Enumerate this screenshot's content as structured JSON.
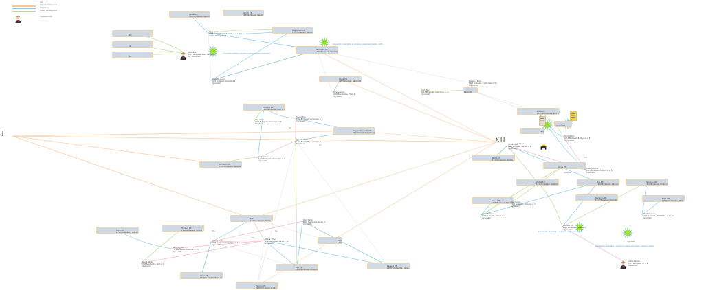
{
  "legend": [
    {
      "label": "Jogi",
      "color": "#d0d0d0"
    },
    {
      "label": "Képviseleti kapcsolat",
      "color": "#f7c99a"
    },
    {
      "label": "Tulajdonos",
      "color": "#7fc6e8"
    },
    {
      "label": "Vezető tisztségviselő",
      "color": "#b8d98a"
    },
    {
      "label": "Magánszemély",
      "icon": "person-icon"
    }
  ],
  "roman_labels": [
    "I.",
    "XII"
  ],
  "nodes": [
    {
      "id": "n1",
      "title": "Weber Kft.",
      "sub": "1024 Budapest, Keleti Károly u. 7. I. em. 4."
    },
    {
      "id": "n2",
      "title": "Ferrum Kft.",
      "sub": "1024 Budapest, Keleti Károly u. 7. I. em. 4."
    },
    {
      "id": "n3",
      "title": "Hegyvidék Kft.",
      "sub": "1122 Budapest, Városmajor u. 12. 1. em. 4."
    },
    {
      "id": "n4",
      "title": "Bertenhof Kft.",
      "sub": "1024 Budapest, Keleti Károly u. 7. 1. em. 4."
    },
    {
      "id": "n5",
      "title": "Kft."
    },
    {
      "id": "n6",
      "title": "Bt."
    },
    {
      "id": "n7",
      "title": "Zrt."
    },
    {
      "id": "n8",
      "title": "Spiral Kft.",
      "sub": "2083 Solymár, Bécsi út 11."
    },
    {
      "id": "n9",
      "title": "Horizont Kft.",
      "sub": "1123 Budapest, Avar u. 8."
    },
    {
      "id": "n10",
      "title": "Hegyvidék Invest Kft.",
      "sub": "2013 Pomáz, Kossuth Lajos u. 3."
    },
    {
      "id": "n11",
      "title": "Lombard Kft.",
      "sub": "1026 Budapest, Pasaréti út 2."
    },
    {
      "id": "n12",
      "title": "KFT",
      "sub": "1033 Budapest, Flórián tér 1."
    },
    {
      "id": "n13",
      "title": "Aqua Kft.",
      "sub": "1116 Budapest, Fehérvári út 48."
    },
    {
      "id": "n14",
      "title": "Frontier Kft.",
      "sub": "1118 Budapest, Rétköz u. 7."
    },
    {
      "id": "n15",
      "title": "Oázis Kft.",
      "sub": "1037 Budapest, Bécsi út 154."
    },
    {
      "id": "n16",
      "title": "Pannon Kft.",
      "sub": "2030 Érd, Budai út 18."
    },
    {
      "id": "n17",
      "title": "Kert Kft.",
      "sub": "1112 Budapest, Budaörsi út 10."
    },
    {
      "id": "n18",
      "title": "Bella Kft.",
      "sub": "1112 Budapest, Kökörcsin u. 15."
    },
    {
      "id": "n19",
      "title": "Kalapos Kft.",
      "sub": "2000 Szentendre, Dózsa György út 2."
    },
    {
      "id": "n20",
      "title": "Orbis Kft.",
      "sub": "2000 Szentendre, Kert u. 5."
    },
    {
      "id": "n21",
      "title": "Kelta Kft."
    },
    {
      "id": "n22",
      "title": "Kapu Kft.",
      "sub": "1124 Budapest, Hegyalja út 4."
    },
    {
      "id": "n23",
      "title": "Somló Kft."
    },
    {
      "id": "n24",
      "title": "Arcus Kft."
    },
    {
      "id": "n25",
      "title": "Mátra Kft.",
      "sub": "1113 Budapest, Bartók Béla út 52."
    },
    {
      "id": "n26",
      "title": "Vértes Kft.",
      "sub": "1016 Budapest, Gellérthegy u. 2."
    },
    {
      "id": "n27",
      "title": "Pilis Kft.",
      "sub": "1114 Budapest, Villányi út 3."
    },
    {
      "id": "n28",
      "title": "Galya Kft.",
      "sub": "1118 Budapest, Ménesi út 6."
    },
    {
      "id": "n29",
      "title": "Börzsöny Kft.",
      "sub": "1112 Budapest, Hegyalja út 2."
    },
    {
      "id": "n30",
      "title": "Bükk Kft.",
      "sub": "2000 Szentendre, Fő tér 1."
    },
    {
      "id": "n31",
      "title": "Zemplén Kft.",
      "sub": "1022 Budapest, Bimbó út 4."
    },
    {
      "id": "n32",
      "title": "Mecsek Kft.",
      "sub": "1123 Budapest, Alkotás u. 9."
    },
    {
      "id": "n33",
      "title": "Bakony Kft.",
      "sub": "1015 Budapest, Batthyány u. 8."
    }
  ],
  "people": [
    {
      "id": "p1",
      "lines": [
        "Kiss Péter",
        "1024 Budapest, Keleti Károly u. 7.",
        "Kft. tulajdonos"
      ]
    },
    {
      "id": "p2",
      "lines": [
        "Nagy Anna",
        "1024 Budapest, Keleti Károly u. 7. I. em. 4.",
        "Vezető tisztségviselő"
      ]
    },
    {
      "id": "p3",
      "lines": [
        "Dr. Szabó János",
        "1026 Budapest, Pasaréti út 12.",
        "Ügyvezető"
      ]
    },
    {
      "id": "p4",
      "lines": [
        "Tóth Gábor",
        "1122 Budapest, Városmajor u. 3.",
        "Tulajdonos"
      ]
    },
    {
      "id": "p5",
      "lines": [
        "Kovács Éva",
        "1122 Budapest, Városmajor u. 3.",
        "Ügyvezető"
      ]
    },
    {
      "id": "p6",
      "lines": [
        "Horváth Zsolt",
        "1122 Budapest, Városmajor u. 5.",
        "Tulajdonos"
      ]
    },
    {
      "id": "p7",
      "lines": [
        "Varga István",
        "1122 Budapest, Városmajor u. 5.",
        "Ügyvezető"
      ]
    },
    {
      "id": "p8",
      "lines": [
        "Farkas László",
        "1025 Budapest, Szépvölgyi út 3.",
        "Ügyvezető"
      ]
    },
    {
      "id": "p9",
      "lines": [
        "Molnár Péter",
        "1122 Budapest, Maros u. 11.",
        "Cégvezető"
      ]
    },
    {
      "id": "p10",
      "lines": [
        "Németh Judit",
        "1112 Budapest, Kökörcsin u. 15.",
        "Ügyvezető"
      ]
    },
    {
      "id": "p11",
      "lines": [
        "Balogh Tamás",
        "2000 Szentendre, Kert u. 5.",
        "Tulajdonos"
      ]
    },
    {
      "id": "p12",
      "lines": [
        "Papp Márta",
        "2000 Szentendre, Kert u. 7.",
        "Ügyvezető"
      ]
    },
    {
      "id": "p13",
      "lines": [
        "Takács Ferenc",
        "2000 Szentendre, Fő tér 2.",
        "Ügyvezető"
      ]
    },
    {
      "id": "p14",
      "lines": [
        "Juhász Péter",
        "1118 Budapest, Ménesi út 6.",
        "Ügyvezető"
      ]
    },
    {
      "id": "p15",
      "lines": [
        "Mészáros Erika",
        "1113 Budapest, Bartók Béla út 52.",
        "Tulajdonos"
      ]
    },
    {
      "id": "p16",
      "lines": [
        "Oláh Béla",
        "1016 Budapest, Gellérthegy u. 2.",
        "Ügyvezető"
      ]
    },
    {
      "id": "p17",
      "lines": [
        "Simon Katalin",
        "1114 Budapest, Villányi út 3.",
        "Ügyvezető"
      ]
    },
    {
      "id": "p18",
      "lines": [
        "Rácz Dénes",
        "1112 Budapest, Hegyalja út 2.",
        "Ügyvezető"
      ]
    },
    {
      "id": "p19",
      "lines": [
        "Fekete Ildikó",
        "1123 Budapest, Alkotás u. 9.",
        "Ügyvezető"
      ]
    },
    {
      "id": "p20",
      "lines": [
        "Szilágyi Ágnes",
        "1015 Budapest, Batthyány u. 8.",
        "Tulajdonos"
      ]
    },
    {
      "id": "p21",
      "lines": [
        "Török Miklós",
        "1015 Budapest, Batthyány u. 8.",
        "Ügyvezető"
      ]
    },
    {
      "id": "p22",
      "lines": [
        "Dr. Fehér Anna",
        "1013 Budapest, Attila út 12. 1. em. 3.",
        "Ügyvezető"
      ]
    },
    {
      "id": "p23",
      "lines": [
        "Lakatos Zoltán",
        "1014 Budapest, Úri u. 4.",
        "Tulajdonos"
      ]
    }
  ],
  "blue_notes": [
    "Kapcsolódó cégadatok a nyilvános cégjegyzék alapján, 2015.",
    "Kapcsolódó cégadatok a nyilvános cégjegyzék alapján",
    "Kapcsolódó cégadatok a nyilvános cégjegyzék alapján, hatályos adatok",
    "Kapcsolódó cégadatok a nyilvános cégjegyzék alapján, törölt adatok"
  ],
  "edge_labels": [
    "tulajdonos",
    "1/2",
    "1/3",
    "1/2",
    "50%",
    "50%",
    "25%",
    "1/4",
    "tulajdonos",
    "ügyvezető",
    "1/2",
    "tag"
  ],
  "colors": {
    "legal": "#d0d0d0",
    "representation": "#f7c99a",
    "owner": "#7fc6e8",
    "officer": "#b8d98a",
    "red": "#f0a0a8",
    "node_fill": "#cfd9e6",
    "node_border": "#f0d5a8",
    "star": "#9be21b",
    "note": "#5aa0e0"
  }
}
